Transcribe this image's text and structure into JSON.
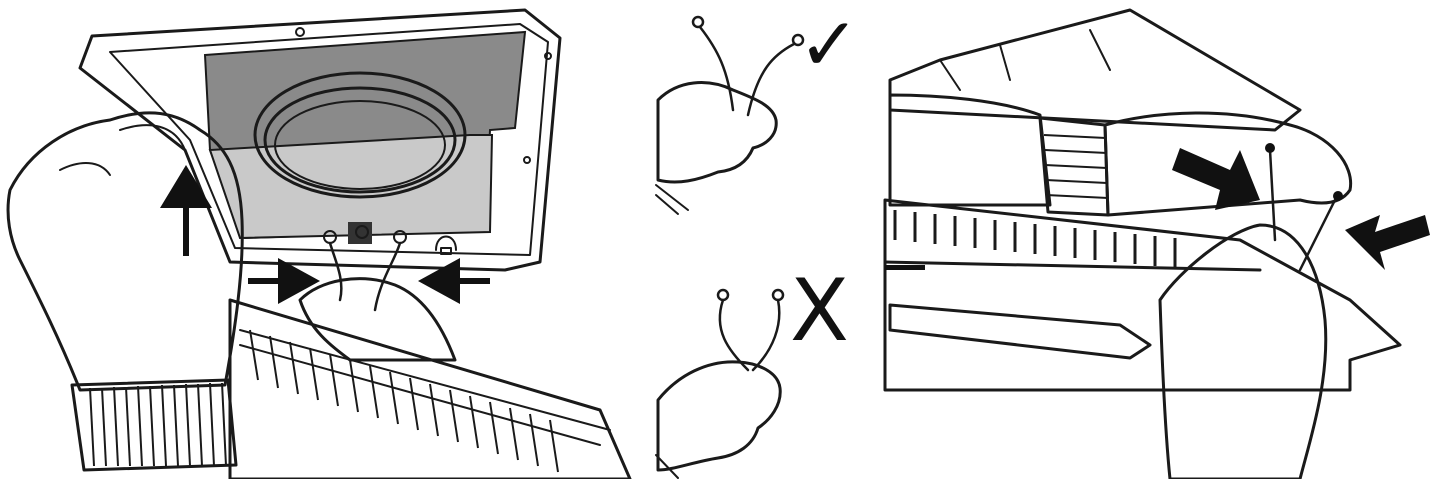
{
  "figure": {
    "steps": [
      {
        "id": "detach-panel",
        "arrows": 3
      },
      {
        "id": "wire-bending",
        "correct_symbol": "✓",
        "incorrect_symbol": "X"
      },
      {
        "id": "reattach-grille",
        "arrows": 2
      }
    ],
    "colors": {
      "ink": "#1a1a1a",
      "panel_gray": "#8a8a8a",
      "light_gray": "#c9c9c9",
      "background": "#ffffff"
    },
    "icons": [
      "arrow-up-icon",
      "arrow-right-icon",
      "arrow-left-icon",
      "check-icon",
      "cross-icon",
      "ground-symbol-icon"
    ]
  }
}
